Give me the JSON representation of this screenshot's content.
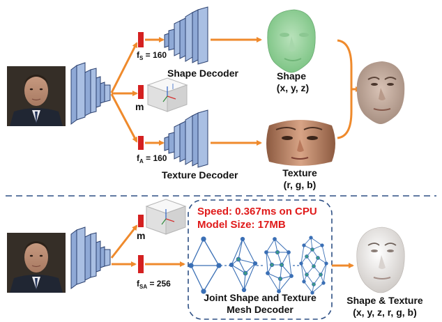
{
  "colors": {
    "arrow": "#ef8a2c",
    "layer_fill": "#8fa9d6",
    "layer_stroke": "#2a3f6e",
    "code_red": "#d42020",
    "speed_text": "#e01a1a",
    "divider": "#2d4f84",
    "graph_edge": "#3a6fb5",
    "graph_node": "#3c9a86"
  },
  "top": {
    "fs_label": "fS = 160",
    "fs_main": "f",
    "fs_sub": "S",
    "fs_value": " = 160",
    "m_label": "m",
    "fa_main": "f",
    "fa_sub": "A",
    "fa_value": " = 160",
    "shape_decoder_label": "Shape Decoder",
    "texture_decoder_label": "Texture Decoder",
    "shape_title": "Shape",
    "shape_coords": "(x, y, z)",
    "texture_title": "Texture",
    "texture_coords": "(r, g, b)"
  },
  "bottom": {
    "speed_text": "Speed: 0.367ms on CPU",
    "model_size_text": "Model Size: 17MB",
    "m_label": "m",
    "fsa_main": "f",
    "fsa_sub": "SA",
    "fsa_value": " = 256",
    "decoder_line1": "Joint Shape and Texture",
    "decoder_line2": "Mesh Decoder",
    "output_title": "Shape & Texture",
    "output_coords": "(x, y, z, r, g, b)"
  },
  "icons": [
    "face-photo",
    "camera-cube-icon",
    "mesh-graph"
  ]
}
